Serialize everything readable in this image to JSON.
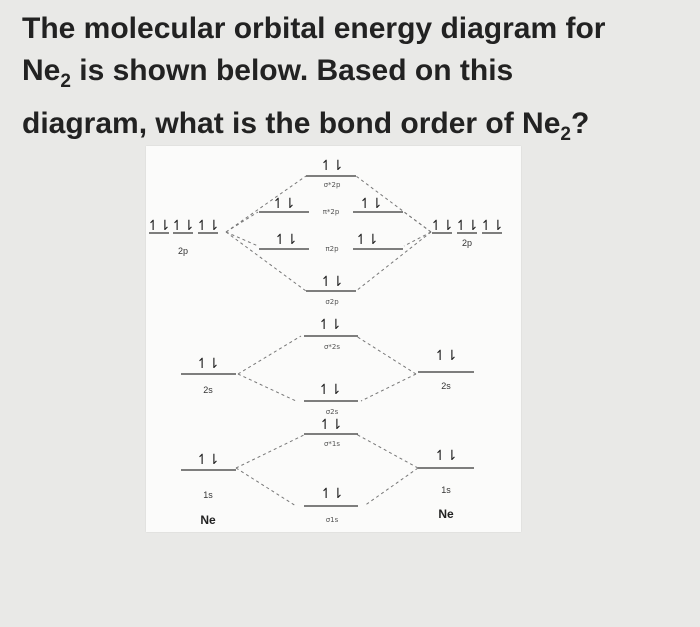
{
  "question": {
    "line1": "The molecular orbital energy diagram for",
    "line2_pre": "Ne",
    "line2_sub": "2",
    "line2_post": " is shown below. Based on this",
    "line3_pre": "diagram, what is the bond order of Ne",
    "line3_sub": "2",
    "line3_post": "?"
  },
  "diagram": {
    "electron_pair": "↿⇂",
    "left_atom": {
      "label": "Ne",
      "orbitals": [
        {
          "name": "1s",
          "label": "1s",
          "electrons": 2
        },
        {
          "name": "2s",
          "label": "2s",
          "electrons": 2
        },
        {
          "name": "2p",
          "label": "2p",
          "electrons": 6
        }
      ]
    },
    "right_atom": {
      "label": "Ne",
      "orbitals": [
        {
          "name": "1s",
          "label": "1s",
          "electrons": 2
        },
        {
          "name": "2s",
          "label": "2s",
          "electrons": 2
        },
        {
          "name": "2p",
          "label": "2p",
          "electrons": 6
        }
      ]
    },
    "molecular_orbitals": [
      {
        "name": "sigma_1s",
        "label": "σ1s",
        "electrons": 2
      },
      {
        "name": "sigma_star_1s",
        "label": "σ*1s",
        "electrons": 2
      },
      {
        "name": "sigma_2s",
        "label": "σ2s",
        "electrons": 2
      },
      {
        "name": "sigma_star_2s",
        "label": "σ*2s",
        "electrons": 2
      },
      {
        "name": "sigma_2p",
        "label": "σ2p",
        "electrons": 2
      },
      {
        "name": "pi_2p",
        "label": "π2p",
        "electrons": 4
      },
      {
        "name": "pi_star_2p",
        "label": "π*2p",
        "electrons": 4
      },
      {
        "name": "sigma_star_2p",
        "label": "σ*2p",
        "electrons": 2
      }
    ]
  }
}
